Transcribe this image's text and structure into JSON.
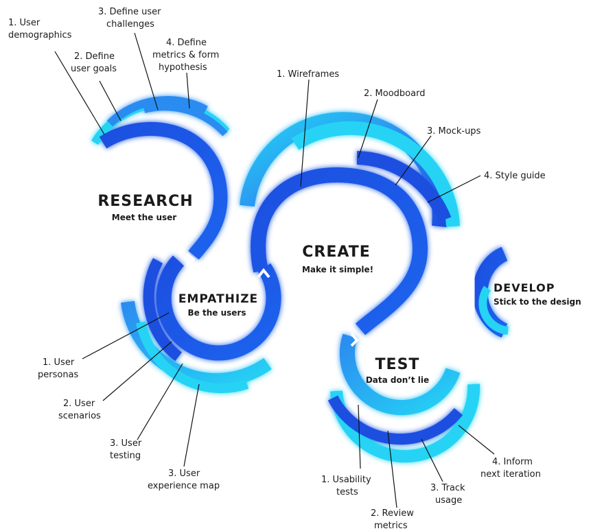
{
  "stages": {
    "research": {
      "title": "RESEARCH",
      "subtitle": "Meet the user"
    },
    "empathize": {
      "title": "EMPATHIZE",
      "subtitle": "Be the users"
    },
    "create": {
      "title": "CREATE",
      "subtitle": "Make it simple!"
    },
    "test": {
      "title": "TEST",
      "subtitle": "Data don’t lie"
    },
    "develop": {
      "title": "DEVELOP",
      "subtitle": "Stick to the design"
    }
  },
  "research_steps": [
    {
      "lines": [
        "1. User",
        "demographics"
      ]
    },
    {
      "lines": [
        "2. Define",
        "user goals"
      ]
    },
    {
      "lines": [
        "3. Define user",
        "challenges"
      ]
    },
    {
      "lines": [
        "4. Define",
        "metrics & form",
        "hypothesis"
      ]
    }
  ],
  "empathize_steps": [
    {
      "lines": [
        "1. User",
        "personas"
      ]
    },
    {
      "lines": [
        "2. User",
        "scenarios"
      ]
    },
    {
      "lines": [
        "3. User",
        "testing"
      ]
    },
    {
      "lines": [
        "3. User",
        "experience map"
      ]
    }
  ],
  "create_steps": [
    {
      "lines": [
        "1. Wireframes"
      ]
    },
    {
      "lines": [
        "2. Moodboard"
      ]
    },
    {
      "lines": [
        "3. Mock-ups"
      ]
    },
    {
      "lines": [
        "4. Style guide"
      ]
    }
  ],
  "test_steps": [
    {
      "lines": [
        "1. Usability",
        "tests"
      ]
    },
    {
      "lines": [
        "2. Review",
        "metrics"
      ]
    },
    {
      "lines": [
        "3. Track",
        "usage"
      ]
    },
    {
      "lines": [
        "4. Inform",
        "next iteration"
      ]
    }
  ],
  "colors": {
    "deep_blue": "#1a4fe0",
    "mid_blue": "#2a8cf0",
    "light_cyan": "#27d3f5",
    "text": "#1a1a1a"
  }
}
